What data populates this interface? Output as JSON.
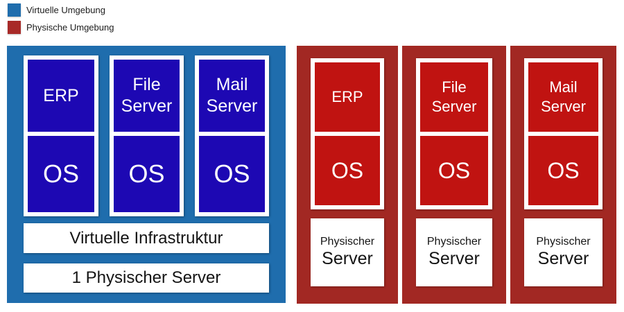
{
  "legend": {
    "items": [
      {
        "label": "Virtuelle Umgebung",
        "color": "#1f6dad"
      },
      {
        "label": "Physische Umgebung",
        "color": "#a82a28"
      }
    ]
  },
  "virtual": {
    "name": "Virtuelle Umgebung",
    "frame_color": "#1f6dad",
    "box_color": "#1d08b3",
    "columns": [
      {
        "app": "ERP",
        "os": "OS"
      },
      {
        "app": "File Server",
        "os": "OS"
      },
      {
        "app": "Mail Server",
        "os": "OS"
      }
    ],
    "infrastructure_label": "Virtuelle Infrastruktur",
    "server_label": "1 Physischer Server"
  },
  "physical": {
    "name": "Physische Umgebung",
    "frame_color": "#a22823",
    "box_color": "#c01311",
    "servers": [
      {
        "app": "ERP",
        "os": "OS",
        "host_top": "Physischer",
        "host_bottom": "Server"
      },
      {
        "app": "File Server",
        "os": "OS",
        "host_top": "Physischer",
        "host_bottom": "Server"
      },
      {
        "app": "Mail Server",
        "os": "OS",
        "host_top": "Physischer",
        "host_bottom": "Server"
      }
    ]
  }
}
